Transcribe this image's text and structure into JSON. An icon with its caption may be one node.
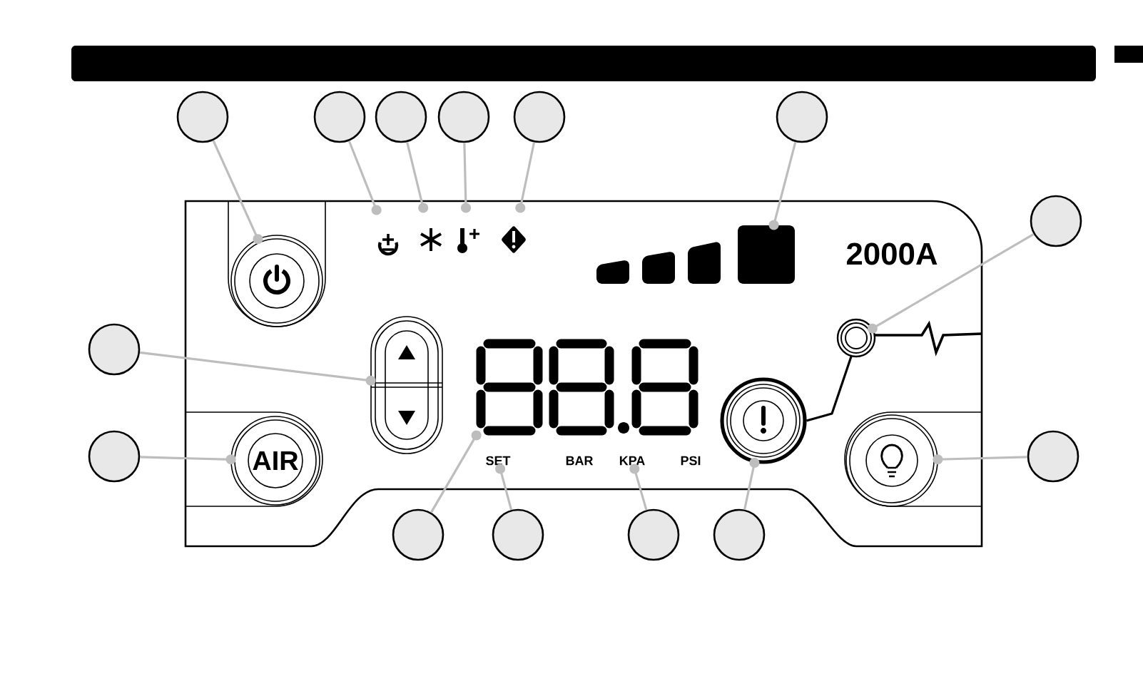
{
  "diagram": {
    "nodes": [
      {
        "text": [],
        "shape": "circle"
      },
      {
        "text": [],
        "shape": "circle"
      },
      {
        "text": [],
        "shape": "circle"
      },
      {
        "text": [],
        "shape": "circle"
      },
      {
        "text": [],
        "shape": "circle"
      },
      {
        "text": [],
        "shape": "circle"
      },
      {
        "text": [],
        "shape": "circle"
      },
      {
        "text": [],
        "shape": "icon"
      },
      {
        "text": [],
        "shape": "icon"
      },
      {
        "text": [],
        "shape": "icon"
      },
      {
        "text": [],
        "shape": "icon"
      },
      {
        "text": [],
        "shape": "bar"
      },
      {
        "text": [],
        "shape": "circle"
      },
      {
        "text": [],
        "shape": "circle"
      },
      {
        "text": [],
        "shape": "circle"
      },
      {
        "text": [],
        "shape": "box"
      },
      {
        "text": [],
        "shape": "display"
      },
      {
        "text": [],
        "shape": "circle"
      },
      {
        "text": [],
        "shape": "circle"
      },
      {
        "text": [
          "AIR"
        ]
      },
      {
        "text": [
          "SET"
        ]
      },
      {
        "text": [
          "KPA"
        ]
      },
      {
        "text": [],
        "shape": "circle"
      },
      {
        "text": [],
        "shape": "circle"
      },
      {
        "text": [],
        "shape": "circle"
      },
      {
        "text": [],
        "shape": "circle"
      },
      {
        "text": [],
        "shape": "circle"
      },
      {
        "text": [],
        "shape": "circle"
      }
    ],
    "edges": [
      {
        "from": 0,
        "to": 1,
        "arrow": "other"
      },
      {
        "from": 2,
        "to": 7,
        "arrow": "other"
      },
      {
        "from": 3,
        "to": 8,
        "arrow": "other"
      },
      {
        "from": 4,
        "to": 9,
        "arrow": "other"
      },
      {
        "from": 5,
        "to": 10,
        "arrow": "other"
      },
      {
        "from": 6,
        "to": 11,
        "arrow": "other"
      },
      {
        "from": 12,
        "to": 13,
        "arrow": "other"
      },
      {
        "from": 14,
        "to": 15,
        "arrow": "other"
      },
      {
        "from": 18,
        "to": 19,
        "arrow": "other"
      },
      {
        "from": 24,
        "to": 16,
        "arrow": "other"
      },
      {
        "from": 25,
        "to": 20,
        "arrow": "other"
      },
      {
        "from": 26,
        "to": 21,
        "arrow": "other"
      },
      {
        "from": 27,
        "to": 17,
        "arrow": "other"
      },
      {
        "from": 23,
        "to": 22,
        "arrow": "other"
      },
      {
        "from": 13,
        "to": 17,
        "arrow": "none",
        "color": "#000000"
      }
    ],
    "labels": [
      "2000A",
      "BAR",
      "PSI"
    ]
  }
}
